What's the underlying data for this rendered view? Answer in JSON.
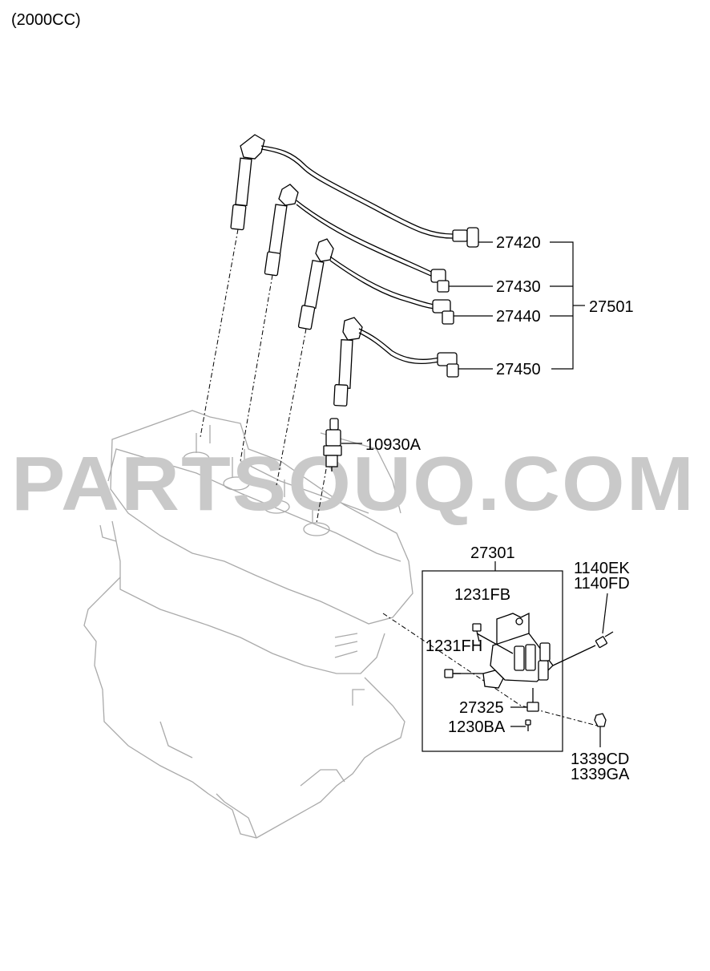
{
  "variant": "(2000CC)",
  "watermark": "PARTSOUQ.COM",
  "callouts": {
    "c27420": "27420",
    "c27430": "27430",
    "c27440": "27440",
    "c27450": "27450",
    "c27501": "27501",
    "c10930A": "10930A",
    "c27301": "27301",
    "c1231FB": "1231FB",
    "c1231FH": "1231FH",
    "c1140EK": "1140EK",
    "c1140FD": "1140FD",
    "c27325": "27325",
    "c1230BA": "1230BA",
    "c1339CD": "1339CD",
    "c1339GA": "1339GA"
  }
}
